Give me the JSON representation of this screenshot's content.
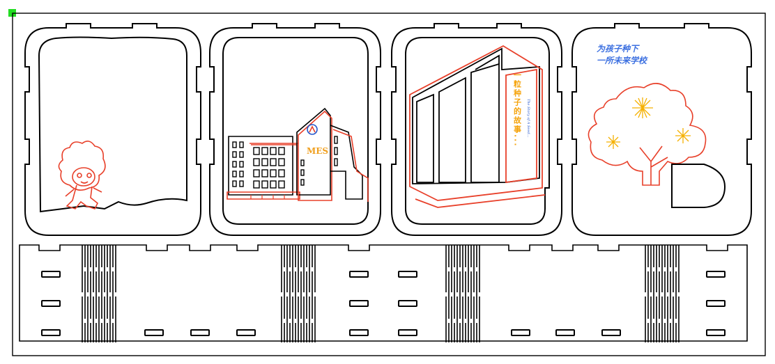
{
  "canvas": {
    "background": "#ffffff",
    "cut_color": "#000000",
    "engrave_color": "#e8402a",
    "marker_color": "#22dd22"
  },
  "panels": [
    {
      "id": "panel-1",
      "artwork": "cartoon-mascot-on-hills"
    },
    {
      "id": "panel-2",
      "artwork": "school-building",
      "building_sign": "MES"
    },
    {
      "id": "panel-3",
      "artwork": "modern-building-with-vertical-title",
      "vertical_title": "一粒种子的故事...",
      "vertical_subtitle": "The Story of A Seed..."
    },
    {
      "id": "panel-4",
      "artwork": "tree-with-fireworks",
      "slogan_line1": "为孩子种下",
      "slogan_line2": "一所未来学校",
      "slogan_color": "#3b6fe0"
    }
  ],
  "base_strip": {
    "living_hinges": 4,
    "slot_colors": "#000000"
  }
}
